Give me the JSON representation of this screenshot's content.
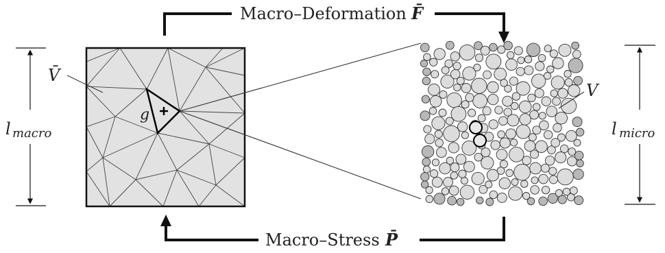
{
  "labels": {
    "top_text": "Macro–Deformation",
    "top_symbol": "F̄",
    "bottom_text": "Macro–Stress",
    "bottom_symbol": "P̄",
    "macro_volume": "V̄",
    "micro_volume": "V",
    "gauss_point": "g",
    "l_macro_base": "l",
    "l_macro_sub": "macro",
    "l_micro_base": "l",
    "l_micro_sub": "micro"
  },
  "colors": {
    "mesh_fill": "#e2e2e2",
    "line": "#111111",
    "particle_fill": "#dcdcdc",
    "particle_dark": "#b8b8b8"
  }
}
